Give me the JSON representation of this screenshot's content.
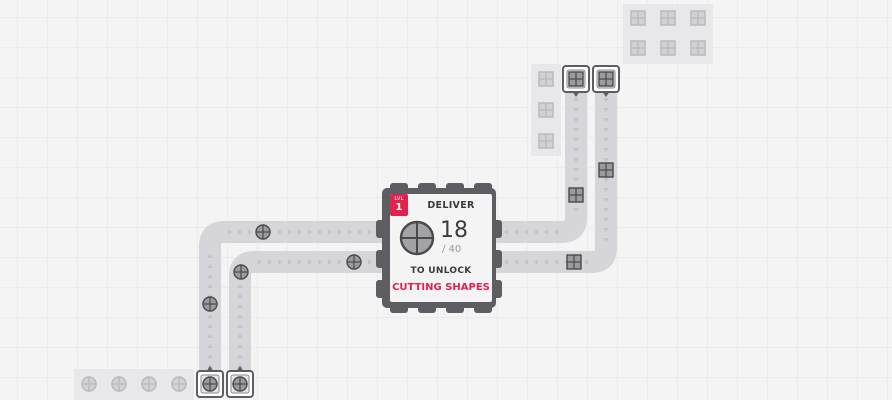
{
  "hub": {
    "level_label": "LVL",
    "level": "1",
    "deliver_label": "DELIVER",
    "delivered": "18",
    "required": "/ 40",
    "unlock_label": "TO UNLOCK",
    "unlock_name": "CUTTING SHAPES",
    "required_shape": "circle-quartered-icon"
  },
  "colors": {
    "background": "#f4f4f5",
    "grid_line": "#e4e4e6",
    "belt": "#d8d8dc",
    "hub_body": "#5d5d62",
    "hub_panel": "#f4f4f5",
    "accent": "#e0234e",
    "shape_fill": "#9b9b9f",
    "shape_stroke": "#4a4a4d"
  },
  "resource_patches": [
    {
      "shape": "circle-quartered-icon",
      "count": 6
    },
    {
      "shape": "square-quartered-icon",
      "count": 6
    },
    {
      "shape": "square-quartered-icon",
      "count": 3
    }
  ],
  "extractors": [
    {
      "shape": "circle-quartered-icon",
      "count": 2
    },
    {
      "shape": "square-quartered-icon",
      "count": 2
    }
  ]
}
